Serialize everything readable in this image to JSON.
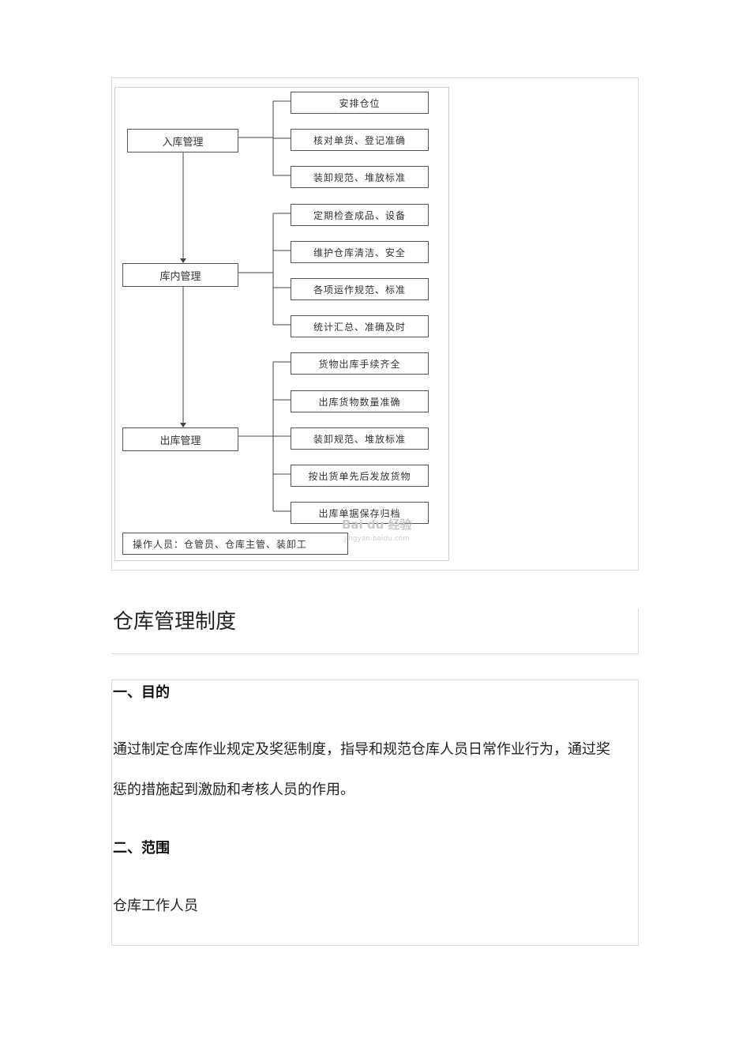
{
  "flowchart": {
    "main_steps": [
      {
        "label": "入库管理",
        "sub_steps": [
          "安排仓位",
          "核对单货、登记准确",
          "装卸规范、堆放标准"
        ]
      },
      {
        "label": "库内管理",
        "sub_steps": [
          "定期检查成品、设备",
          "维护仓库清洁、安全",
          "各项运作规范、标准",
          "统计汇总、准确及时"
        ]
      },
      {
        "label": "出库管理",
        "sub_steps": [
          "货物出库手续齐全",
          "出库货物数量准确",
          "装卸规范、堆放标准",
          "按出货单先后发放货物",
          "出库单据保存归档"
        ]
      }
    ],
    "operators_note": "操作人员：仓管员、仓库主管、装卸工",
    "watermark": "Bai du 经验",
    "watermark_url": "jingyan.baidu.com"
  },
  "document": {
    "title": "仓库管理制度",
    "section1_heading": "一、目的",
    "section1_line1": "通过制定仓库作业规定及奖惩制度，指导和规范仓库人员日常作业行为，通过奖",
    "section1_line2": "惩的措施起到激励和考核人员的作用。",
    "section2_heading": "二、范围",
    "section2_text": "仓库工作人员"
  }
}
